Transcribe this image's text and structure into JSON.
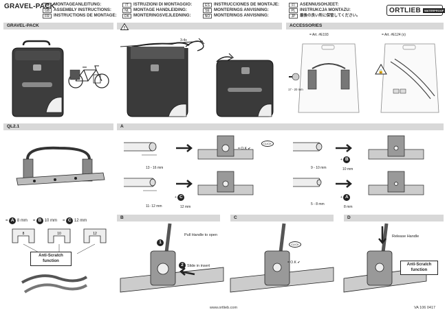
{
  "header": {
    "title": "GRAVEL-PACK",
    "languages_left": [
      {
        "code": "DE",
        "label": "MONTAGEANLEITUNG:"
      },
      {
        "code": "GB",
        "label": "ASSEMBLY INSTRUCTIONS:"
      },
      {
        "code": "FR",
        "label": "INSTRUCTIONS DE MONTAGE:"
      }
    ],
    "languages_mid1": [
      {
        "code": "IT",
        "label": "ISTRUZIONI DI MONTAGGIO:"
      },
      {
        "code": "NL",
        "label": "MONTAGE HANDLEIDING:"
      },
      {
        "code": "DK",
        "label": "MONTERINGSVEJLEDNING:"
      }
    ],
    "languages_mid2": [
      {
        "code": "ES",
        "label": "INSTRUCCIONES DE MONTAJE:"
      },
      {
        "code": "SE",
        "label": "MONTERINGS ANVISNING:"
      },
      {
        "code": "NO",
        "label": "MONTERINGS ANVISNING:"
      }
    ],
    "languages_right": [
      {
        "code": "FI",
        "label": "ASENNUSOHJEET:"
      },
      {
        "code": "PL",
        "label": "INSTRUKCJA MONTAZU:"
      },
      {
        "code": "JP",
        "label": "最後の良い所に保管してください。"
      }
    ],
    "logo": "ORTLIEB",
    "logo_sub": "WATERPROOF"
  },
  "sections": {
    "gravel_pack": "GRAVEL-PACK",
    "accessories": "ACCESSORIES",
    "ql21": "QL2.1",
    "a": "A",
    "b": "B",
    "c": "C",
    "d": "D"
  },
  "gravel_pack": {
    "strap_count": "3-4x"
  },
  "accessories": {
    "art1": "= Art. #E193",
    "art2": "= Art. #E124 (x)",
    "tube_range": "17 - 20 mm"
  },
  "ql21": {
    "inserts": [
      {
        "letter": "A",
        "size": "8 mm",
        "num": "8"
      },
      {
        "letter": "B",
        "size": "10 mm",
        "num": "10"
      },
      {
        "letter": "C",
        "size": "12 mm",
        "num": "12"
      }
    ],
    "anti_scratch": "Anti-Scratch function"
  },
  "section_a": {
    "rows": [
      {
        "range": "13 - 16 mm",
        "result": "= O.K"
      },
      {
        "range": "11- 12 mm",
        "insert": "C",
        "insert_size": "12 mm"
      },
      {
        "range": "9 - 10 mm",
        "insert": "B",
        "insert_size": "10 mm"
      },
      {
        "range": "5 - 8 mm",
        "insert": "A",
        "insert_size": "8 mm"
      }
    ],
    "click": "CLICK"
  },
  "section_b": {
    "step1": "Pull Handle to open",
    "step2": "Slide in insert",
    "step1_num": "1",
    "step2_num": "2"
  },
  "section_c": {
    "result": "= O.K",
    "click": "CLICK"
  },
  "section_d": {
    "release": "Release Handle",
    "anti_scratch": "Anti-Scratch function"
  },
  "footer": {
    "url": "www.ortlieb.com",
    "code": "VA 106 0417"
  },
  "check_mark": "✔",
  "warning_mark": "!"
}
